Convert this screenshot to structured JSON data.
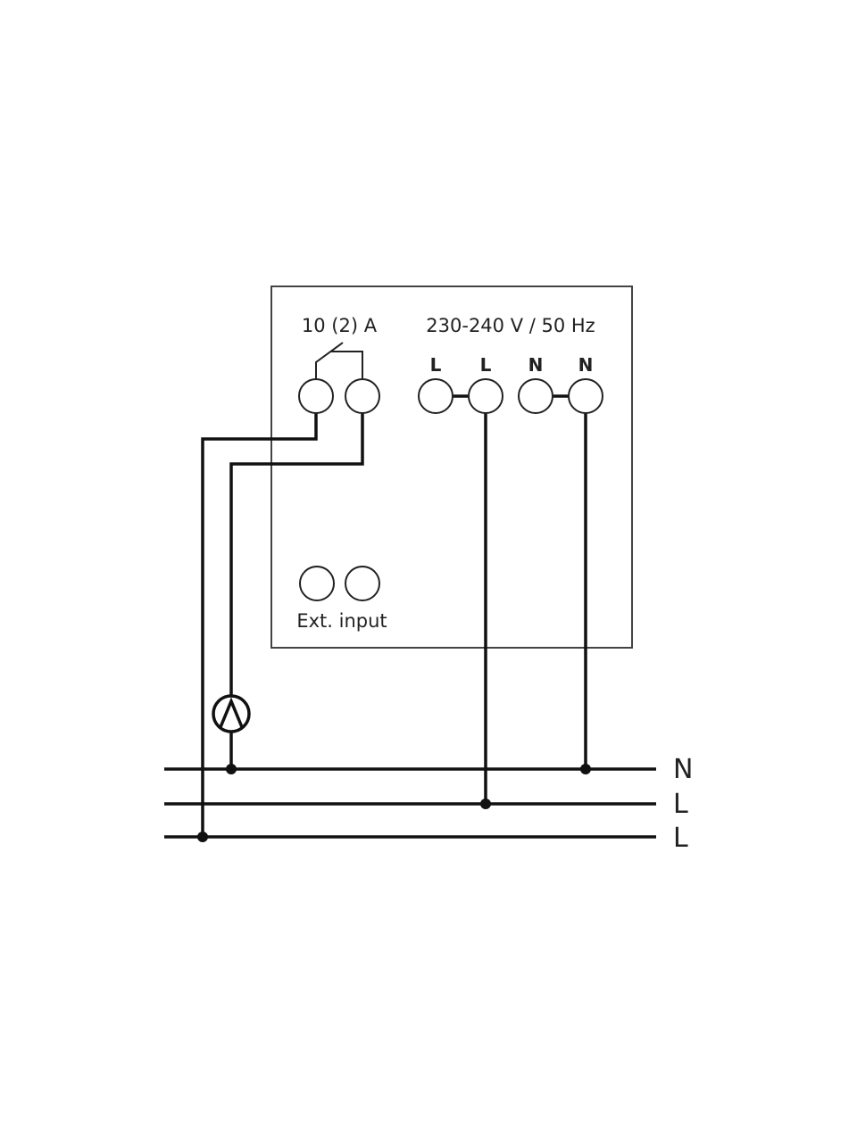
{
  "relay": {
    "rating_label": "10 (2) A"
  },
  "supply": {
    "voltage_label": "230-240 V / 50 Hz",
    "terminals": [
      "L",
      "L",
      "N",
      "N"
    ]
  },
  "ext_input": {
    "label": "Ext. input"
  },
  "bus_lines": [
    "N",
    "L",
    "L"
  ],
  "colors": {
    "line": "#111111",
    "text": "#222222",
    "background": "#ffffff"
  }
}
